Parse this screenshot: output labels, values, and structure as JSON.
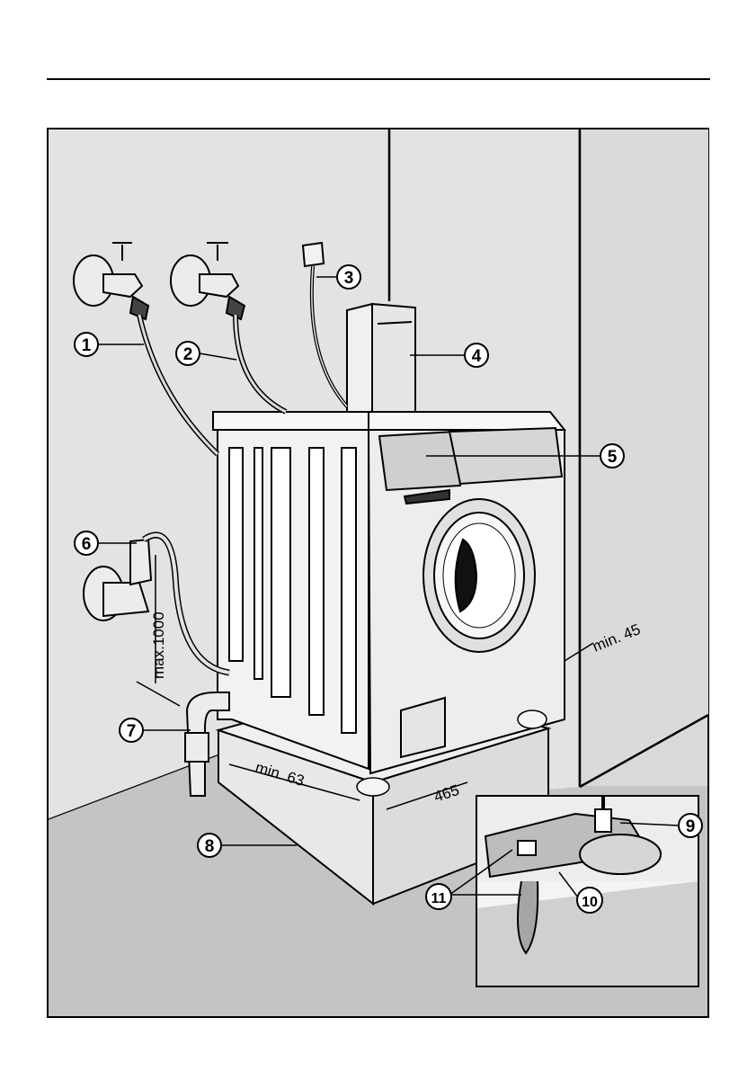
{
  "callouts": [
    {
      "id": "1",
      "label": "1"
    },
    {
      "id": "2",
      "label": "2"
    },
    {
      "id": "3",
      "label": "3"
    },
    {
      "id": "4",
      "label": "4"
    },
    {
      "id": "5",
      "label": "5"
    },
    {
      "id": "6",
      "label": "6"
    },
    {
      "id": "7",
      "label": "7"
    },
    {
      "id": "8",
      "label": "8"
    },
    {
      "id": "9",
      "label": "9"
    },
    {
      "id": "10",
      "label": "10"
    },
    {
      "id": "11",
      "label": "11"
    }
  ],
  "dimensions": {
    "drain_height": "max.1000",
    "side_clearance": "min. 45",
    "plinth_edge": "min. 63",
    "plinth_depth": "465"
  },
  "colors": {
    "wall": "#e3e3e3",
    "floor": "#c4c4c4",
    "line": "#000000",
    "appliance": "#f2f2f2"
  }
}
